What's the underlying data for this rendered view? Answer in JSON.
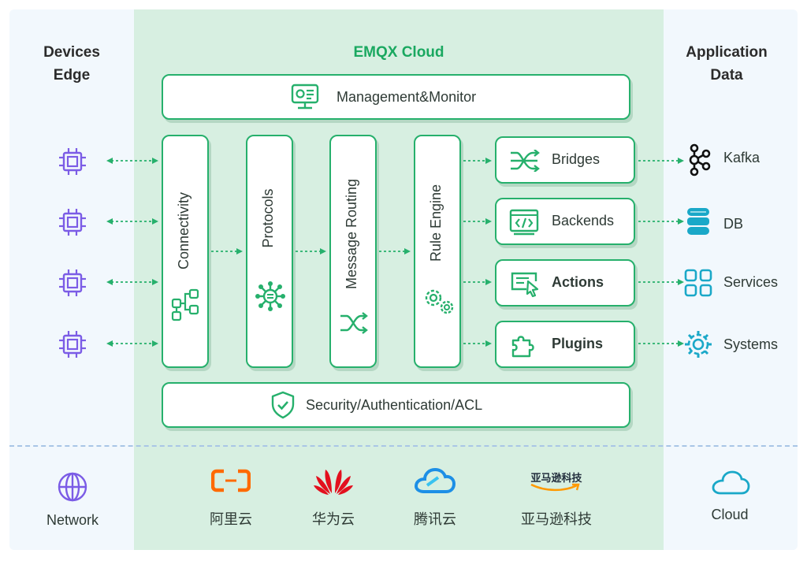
{
  "left": {
    "title_line1": "Devices",
    "title_line2": "Edge",
    "network_label": "Network"
  },
  "center": {
    "title": "EMQX Cloud",
    "management": "Management&Monitor",
    "security": "Security/Authentication/ACL",
    "columns": [
      "Connectivity",
      "Protocols",
      "Message Routing",
      "Rule Engine"
    ],
    "outputs": [
      "Bridges",
      "Backends",
      "Actions",
      "Plugins"
    ]
  },
  "right": {
    "title_line1": "Application",
    "title_line2": "Data",
    "targets": [
      "Kafka",
      "DB",
      "Services",
      "Systems"
    ],
    "cloud_label": "Cloud"
  },
  "providers": {
    "aliyun": "阿里云",
    "huawei": "华为云",
    "tencent": "腾讯云",
    "amazon": "亚马逊科技",
    "amazon_logo_text": "亚马逊科技"
  },
  "colors": {
    "accent": "#26b06c",
    "chip": "#7b5ce6",
    "target": "#1aa8c8"
  }
}
